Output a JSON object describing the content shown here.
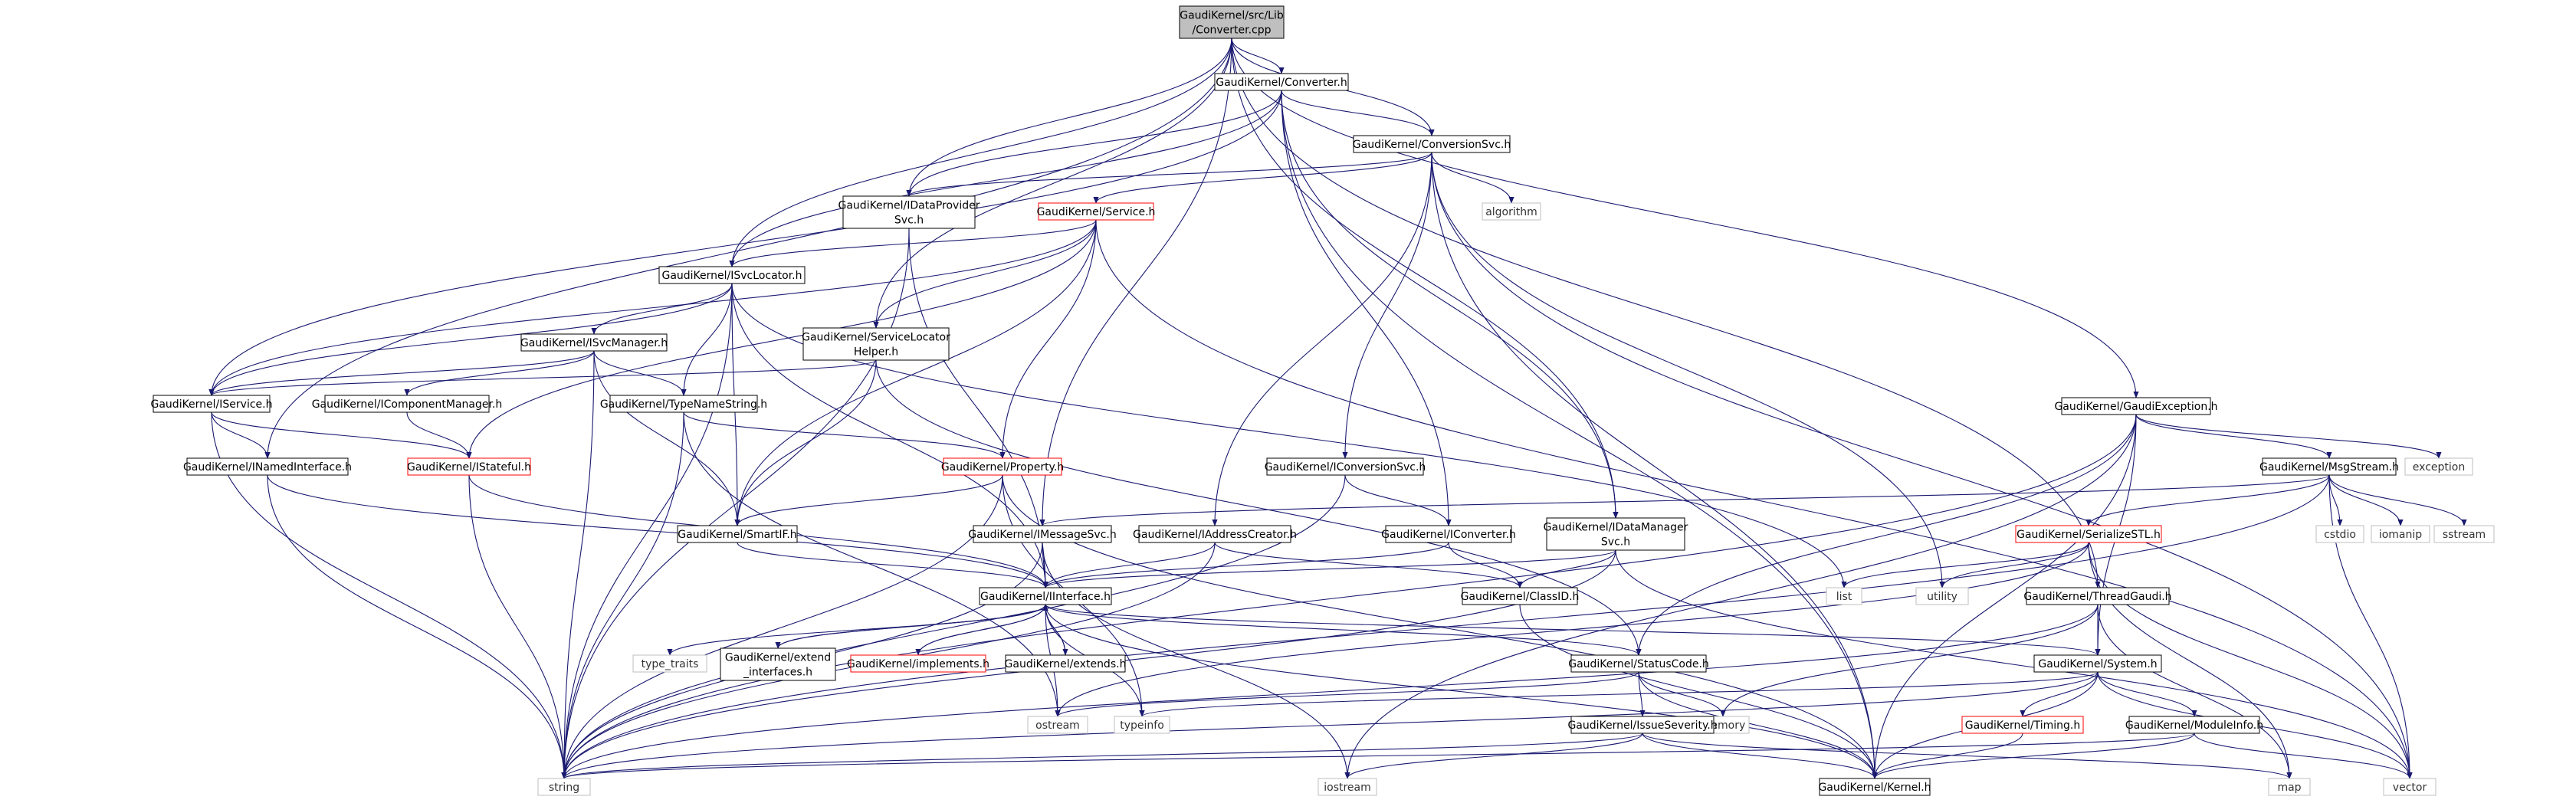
{
  "colors": {
    "edge": "#191970",
    "box_black": "#000000",
    "box_red": "#ff0000",
    "box_gray": "#bfbfbf",
    "root_fill": "#bfbfbf"
  },
  "nodes": [
    {
      "id": "root",
      "kind": "root",
      "lines": [
        "GaudiKernel/src/Lib",
        "/Converter.cpp"
      ]
    },
    {
      "id": "converter_h",
      "kind": "black",
      "lines": [
        "GaudiKernel/Converter.h"
      ]
    },
    {
      "id": "conversionsvc_h",
      "kind": "black",
      "lines": [
        "GaudiKernel/ConversionSvc.h"
      ]
    },
    {
      "id": "idataprovider",
      "kind": "black",
      "lines": [
        "GaudiKernel/IDataProvider",
        "Svc.h"
      ]
    },
    {
      "id": "service_h",
      "kind": "red",
      "lines": [
        "GaudiKernel/Service.h"
      ]
    },
    {
      "id": "algorithm",
      "kind": "gray",
      "lines": [
        "algorithm"
      ]
    },
    {
      "id": "isvclocator",
      "kind": "black",
      "lines": [
        "GaudiKernel/ISvcLocator.h"
      ]
    },
    {
      "id": "isvcmanager",
      "kind": "black",
      "lines": [
        "GaudiKernel/ISvcManager.h"
      ]
    },
    {
      "id": "servicelocator",
      "kind": "black",
      "lines": [
        "GaudiKernel/ServiceLocator",
        "Helper.h"
      ]
    },
    {
      "id": "iservice",
      "kind": "black",
      "lines": [
        "GaudiKernel/IService.h"
      ]
    },
    {
      "id": "icomponentmgr",
      "kind": "black",
      "lines": [
        "GaudiKernel/IComponentManager.h"
      ]
    },
    {
      "id": "typenamestring",
      "kind": "black",
      "lines": [
        "GaudiKernel/TypeNameString.h"
      ]
    },
    {
      "id": "inamedinterface",
      "kind": "black",
      "lines": [
        "GaudiKernel/INamedInterface.h"
      ]
    },
    {
      "id": "istateful",
      "kind": "red",
      "lines": [
        "GaudiKernel/IStateful.h"
      ]
    },
    {
      "id": "property",
      "kind": "red",
      "lines": [
        "GaudiKernel/Property.h"
      ]
    },
    {
      "id": "iconversionsvc",
      "kind": "black",
      "lines": [
        "GaudiKernel/IConversionSvc.h"
      ]
    },
    {
      "id": "smartif",
      "kind": "black",
      "lines": [
        "GaudiKernel/SmartIF.h"
      ]
    },
    {
      "id": "imessagesvc",
      "kind": "black",
      "lines": [
        "GaudiKernel/IMessageSvc.h"
      ]
    },
    {
      "id": "iaddresscreator",
      "kind": "black",
      "lines": [
        "GaudiKernel/IAddressCreator.h"
      ]
    },
    {
      "id": "iconverter",
      "kind": "black",
      "lines": [
        "GaudiKernel/IConverter.h"
      ]
    },
    {
      "id": "idatamanager",
      "kind": "black",
      "lines": [
        "GaudiKernel/IDataManager",
        "Svc.h"
      ]
    },
    {
      "id": "gaudiexception",
      "kind": "black",
      "lines": [
        "GaudiKernel/GaudiException.h"
      ]
    },
    {
      "id": "exception",
      "kind": "gray",
      "lines": [
        "exception"
      ]
    },
    {
      "id": "msgstream",
      "kind": "black",
      "lines": [
        "GaudiKernel/MsgStream.h"
      ]
    },
    {
      "id": "serializestl",
      "kind": "red",
      "lines": [
        "GaudiKernel/SerializeSTL.h"
      ]
    },
    {
      "id": "cstdio",
      "kind": "gray",
      "lines": [
        "cstdio"
      ]
    },
    {
      "id": "iomanip",
      "kind": "gray",
      "lines": [
        "iomanip"
      ]
    },
    {
      "id": "sstream",
      "kind": "gray",
      "lines": [
        "sstream"
      ]
    },
    {
      "id": "list",
      "kind": "gray",
      "lines": [
        "list"
      ]
    },
    {
      "id": "utility",
      "kind": "gray",
      "lines": [
        "utility"
      ]
    },
    {
      "id": "threadgaudi",
      "kind": "black",
      "lines": [
        "GaudiKernel/ThreadGaudi.h"
      ]
    },
    {
      "id": "classid",
      "kind": "black",
      "lines": [
        "GaudiKernel/ClassID.h"
      ]
    },
    {
      "id": "iinterface",
      "kind": "black",
      "lines": [
        "GaudiKernel/IInterface.h"
      ]
    },
    {
      "id": "type_traits",
      "kind": "gray",
      "lines": [
        "type_traits"
      ]
    },
    {
      "id": "extend_interfaces",
      "kind": "black",
      "lines": [
        "GaudiKernel/extend",
        "_interfaces.h"
      ]
    },
    {
      "id": "implements",
      "kind": "red",
      "lines": [
        "GaudiKernel/implements.h"
      ]
    },
    {
      "id": "extends",
      "kind": "black",
      "lines": [
        "GaudiKernel/extends.h"
      ]
    },
    {
      "id": "statuscode",
      "kind": "black",
      "lines": [
        "GaudiKernel/StatusCode.h"
      ]
    },
    {
      "id": "system",
      "kind": "black",
      "lines": [
        "GaudiKernel/System.h"
      ]
    },
    {
      "id": "memory",
      "kind": "gray",
      "lines": [
        "memory"
      ]
    },
    {
      "id": "ostream",
      "kind": "gray",
      "lines": [
        "ostream"
      ]
    },
    {
      "id": "typeinfo",
      "kind": "gray",
      "lines": [
        "typeinfo"
      ]
    },
    {
      "id": "issueseverity",
      "kind": "black",
      "lines": [
        "GaudiKernel/IssueSeverity.h"
      ]
    },
    {
      "id": "timing",
      "kind": "red",
      "lines": [
        "GaudiKernel/Timing.h"
      ]
    },
    {
      "id": "moduleinfo",
      "kind": "black",
      "lines": [
        "GaudiKernel/ModuleInfo.h"
      ]
    },
    {
      "id": "string",
      "kind": "gray",
      "lines": [
        "string"
      ]
    },
    {
      "id": "iostream",
      "kind": "gray",
      "lines": [
        "iostream"
      ]
    },
    {
      "id": "kernel",
      "kind": "black",
      "lines": [
        "GaudiKernel/Kernel.h"
      ]
    },
    {
      "id": "map",
      "kind": "gray",
      "lines": [
        "map"
      ]
    },
    {
      "id": "vector",
      "kind": "gray",
      "lines": [
        "vector"
      ]
    }
  ],
  "edges": [
    [
      "root",
      "converter_h"
    ],
    [
      "root",
      "conversionsvc_h"
    ],
    [
      "root",
      "idataprovider"
    ],
    [
      "root",
      "isvclocator"
    ],
    [
      "root",
      "servicelocator"
    ],
    [
      "root",
      "inamedinterface"
    ],
    [
      "root",
      "imessagesvc"
    ],
    [
      "root",
      "idatamanager"
    ],
    [
      "root",
      "gaudiexception"
    ],
    [
      "root",
      "threadgaudi"
    ],
    [
      "converter_h",
      "conversionsvc_h"
    ],
    [
      "converter_h",
      "idataprovider"
    ],
    [
      "converter_h",
      "isvclocator"
    ],
    [
      "converter_h",
      "iservice"
    ],
    [
      "converter_h",
      "iconverter"
    ],
    [
      "converter_h",
      "idatamanager"
    ],
    [
      "converter_h",
      "kernel"
    ],
    [
      "conversionsvc_h",
      "idataprovider"
    ],
    [
      "conversionsvc_h",
      "service_h"
    ],
    [
      "conversionsvc_h",
      "algorithm"
    ],
    [
      "conversionsvc_h",
      "iconversionsvc"
    ],
    [
      "conversionsvc_h",
      "iaddresscreator"
    ],
    [
      "conversionsvc_h",
      "utility"
    ],
    [
      "conversionsvc_h",
      "vector"
    ],
    [
      "conversionsvc_h",
      "kernel"
    ],
    [
      "idataprovider",
      "string"
    ],
    [
      "idataprovider",
      "iinterface"
    ],
    [
      "service_h",
      "isvclocator"
    ],
    [
      "service_h",
      "servicelocator"
    ],
    [
      "service_h",
      "iservice"
    ],
    [
      "service_h",
      "property"
    ],
    [
      "service_h",
      "smartif"
    ],
    [
      "service_h",
      "istateful"
    ],
    [
      "service_h",
      "vector"
    ],
    [
      "isvclocator",
      "isvcmanager"
    ],
    [
      "isvclocator",
      "iservice"
    ],
    [
      "isvclocator",
      "typenamestring"
    ],
    [
      "isvclocator",
      "smartif"
    ],
    [
      "isvclocator",
      "iinterface"
    ],
    [
      "isvclocator",
      "list"
    ],
    [
      "isvclocator",
      "string"
    ],
    [
      "isvcmanager",
      "iservice"
    ],
    [
      "isvcmanager",
      "icomponentmgr"
    ],
    [
      "isvcmanager",
      "typenamestring"
    ],
    [
      "isvcmanager",
      "smartif"
    ],
    [
      "isvcmanager",
      "string"
    ],
    [
      "servicelocator",
      "iservice"
    ],
    [
      "servicelocator",
      "smartif"
    ],
    [
      "servicelocator",
      "statuscode"
    ],
    [
      "iservice",
      "inamedinterface"
    ],
    [
      "iservice",
      "istateful"
    ],
    [
      "iservice",
      "string"
    ],
    [
      "icomponentmgr",
      "istateful"
    ],
    [
      "typenamestring",
      "property"
    ],
    [
      "typenamestring",
      "string"
    ],
    [
      "typenamestring",
      "ostream"
    ],
    [
      "inamedinterface",
      "iinterface"
    ],
    [
      "inamedinterface",
      "string"
    ],
    [
      "istateful",
      "iinterface"
    ],
    [
      "istateful",
      "string"
    ],
    [
      "property",
      "smartif"
    ],
    [
      "property",
      "string"
    ],
    [
      "property",
      "typeinfo"
    ],
    [
      "property",
      "kernel"
    ],
    [
      "iconversionsvc",
      "iconverter"
    ],
    [
      "iconversionsvc",
      "string"
    ],
    [
      "smartif",
      "iinterface"
    ],
    [
      "imessagesvc",
      "iinterface"
    ],
    [
      "imessagesvc",
      "string"
    ],
    [
      "imessagesvc",
      "iostream"
    ],
    [
      "iaddresscreator",
      "iinterface"
    ],
    [
      "iaddresscreator",
      "classid"
    ],
    [
      "iaddresscreator",
      "string"
    ],
    [
      "iconverter",
      "iinterface"
    ],
    [
      "iconverter",
      "classid"
    ],
    [
      "idatamanager",
      "iinterface"
    ],
    [
      "idatamanager",
      "classid"
    ],
    [
      "idatamanager",
      "string"
    ],
    [
      "idatamanager",
      "vector"
    ],
    [
      "gaudiexception",
      "msgstream"
    ],
    [
      "gaudiexception",
      "exception"
    ],
    [
      "gaudiexception",
      "system"
    ],
    [
      "gaudiexception",
      "statuscode"
    ],
    [
      "gaudiexception",
      "string"
    ],
    [
      "gaudiexception",
      "iostream"
    ],
    [
      "gaudiexception",
      "kernel"
    ],
    [
      "msgstream",
      "imessagesvc"
    ],
    [
      "msgstream",
      "serializestl"
    ],
    [
      "msgstream",
      "cstdio"
    ],
    [
      "msgstream",
      "iomanip"
    ],
    [
      "msgstream",
      "sstream"
    ],
    [
      "msgstream",
      "vector"
    ],
    [
      "msgstream",
      "string"
    ],
    [
      "serializestl",
      "list"
    ],
    [
      "serializestl",
      "utility"
    ],
    [
      "serializestl",
      "ostream"
    ],
    [
      "serializestl",
      "map"
    ],
    [
      "serializestl",
      "vector"
    ],
    [
      "threadgaudi",
      "system"
    ],
    [
      "threadgaudi",
      "map"
    ],
    [
      "threadgaudi",
      "memory"
    ],
    [
      "threadgaudi",
      "string"
    ],
    [
      "classid",
      "kernel"
    ],
    [
      "iinterface",
      "type_traits"
    ],
    [
      "iinterface",
      "extend_interfaces"
    ],
    [
      "iinterface",
      "implements"
    ],
    [
      "iinterface",
      "extends"
    ],
    [
      "iinterface",
      "statuscode"
    ],
    [
      "iinterface",
      "system"
    ],
    [
      "iinterface",
      "ostream"
    ],
    [
      "iinterface",
      "typeinfo"
    ],
    [
      "iinterface",
      "kernel"
    ],
    [
      "extend_interfaces",
      "iinterface"
    ],
    [
      "implements",
      "iinterface"
    ],
    [
      "extends",
      "iinterface"
    ],
    [
      "statuscode",
      "issueseverity"
    ],
    [
      "statuscode",
      "memory"
    ],
    [
      "statuscode",
      "ostream"
    ],
    [
      "statuscode",
      "kernel"
    ],
    [
      "system",
      "timing"
    ],
    [
      "system",
      "moduleinfo"
    ],
    [
      "system",
      "typeinfo"
    ],
    [
      "system",
      "vector"
    ],
    [
      "system",
      "string"
    ],
    [
      "system",
      "kernel"
    ],
    [
      "issueseverity",
      "string"
    ],
    [
      "issueseverity",
      "map"
    ],
    [
      "issueseverity",
      "iostream"
    ],
    [
      "issueseverity",
      "kernel"
    ],
    [
      "timing",
      "kernel"
    ],
    [
      "moduleinfo",
      "string"
    ],
    [
      "moduleinfo",
      "vector"
    ],
    [
      "moduleinfo",
      "kernel"
    ]
  ]
}
